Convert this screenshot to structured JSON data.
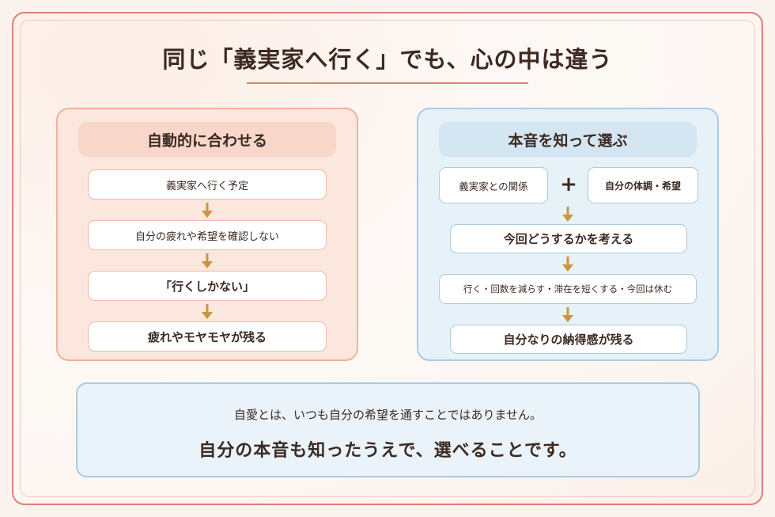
{
  "title": "同じ「義実家へ行く」でも、心の中は違う",
  "left_panel": {
    "header": "自動的に合わせる",
    "steps": [
      "義実家へ行く予定",
      "自分の疲れや希望を確認しない",
      "「行くしかない」",
      "疲れやモヤモヤが残る"
    ]
  },
  "right_panel": {
    "header": "本音を知って選ぶ",
    "input_a": "義実家との関係",
    "plus": "+",
    "input_b": "自分の体調・希望",
    "steps": [
      "今回どうするかを考える",
      "行く・回数を減らす・滞在を短くする・今回は休む",
      "自分なりの納得感が残る"
    ]
  },
  "message": {
    "line1": "自愛とは、いつも自分の希望を通すことではありません。",
    "line2": "自分の本音も知ったうえで、選べることです。"
  },
  "colors": {
    "accent_red": "#dd8074",
    "warm_panel": "#fbe7de",
    "cool_panel": "#e7f1f8",
    "arrow": "#c9953f"
  }
}
